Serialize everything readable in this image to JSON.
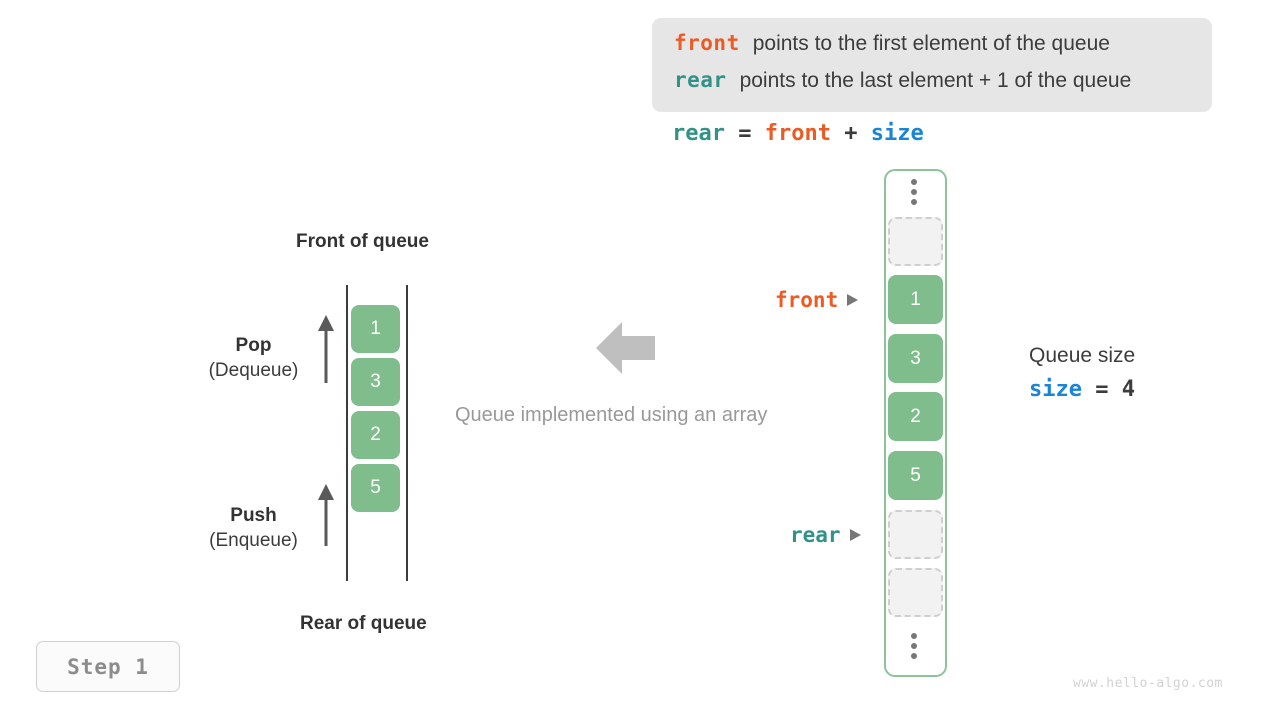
{
  "legend": {
    "line1": {
      "pointer": "front",
      "text": "points to the first element of the queue",
      "color": "#ec5b24"
    },
    "line2": {
      "pointer": "rear",
      "text": "points to the last element + 1 of the queue",
      "color": "#339287"
    }
  },
  "formula": {
    "lhs": "rear",
    "eq": " = ",
    "rhs1": "front",
    "plus": " + ",
    "rhs2": "size"
  },
  "queue_diagram": {
    "top_label": "Front of queue",
    "bottom_label": "Rear of queue",
    "cells": [
      "1",
      "3",
      "2",
      "5"
    ],
    "pop": {
      "title": "Pop",
      "subtitle": "(Dequeue)"
    },
    "push": {
      "title": "Push",
      "subtitle": "(Enqueue)"
    }
  },
  "center": {
    "caption": "Queue implemented using an array",
    "arrow_direction": "left"
  },
  "array": {
    "slots": [
      {
        "type": "ellipsis",
        "value": ""
      },
      {
        "type": "empty",
        "value": ""
      },
      {
        "type": "filled",
        "value": "1"
      },
      {
        "type": "filled",
        "value": "3"
      },
      {
        "type": "filled",
        "value": "2"
      },
      {
        "type": "filled",
        "value": "5"
      },
      {
        "type": "empty",
        "value": ""
      },
      {
        "type": "empty",
        "value": ""
      },
      {
        "type": "ellipsis",
        "value": ""
      }
    ],
    "pointers": {
      "front": {
        "label": "front",
        "color": "#ec5b24"
      },
      "rear": {
        "label": "rear",
        "color": "#339287"
      }
    }
  },
  "size_annotation": {
    "title": "Queue size",
    "name": "size",
    "eq": " = ",
    "value": "4"
  },
  "step_badge": {
    "label": "Step 1"
  },
  "watermark": {
    "text": "www.hello-algo.com"
  },
  "colors": {
    "green_fill": "#7fbd8c",
    "green_border": "#8cc49a",
    "front": "#ec5b24",
    "rear": "#339287",
    "size": "#1a84d6",
    "gray_text": "#999999",
    "legend_bg": "#e6e6e6"
  }
}
